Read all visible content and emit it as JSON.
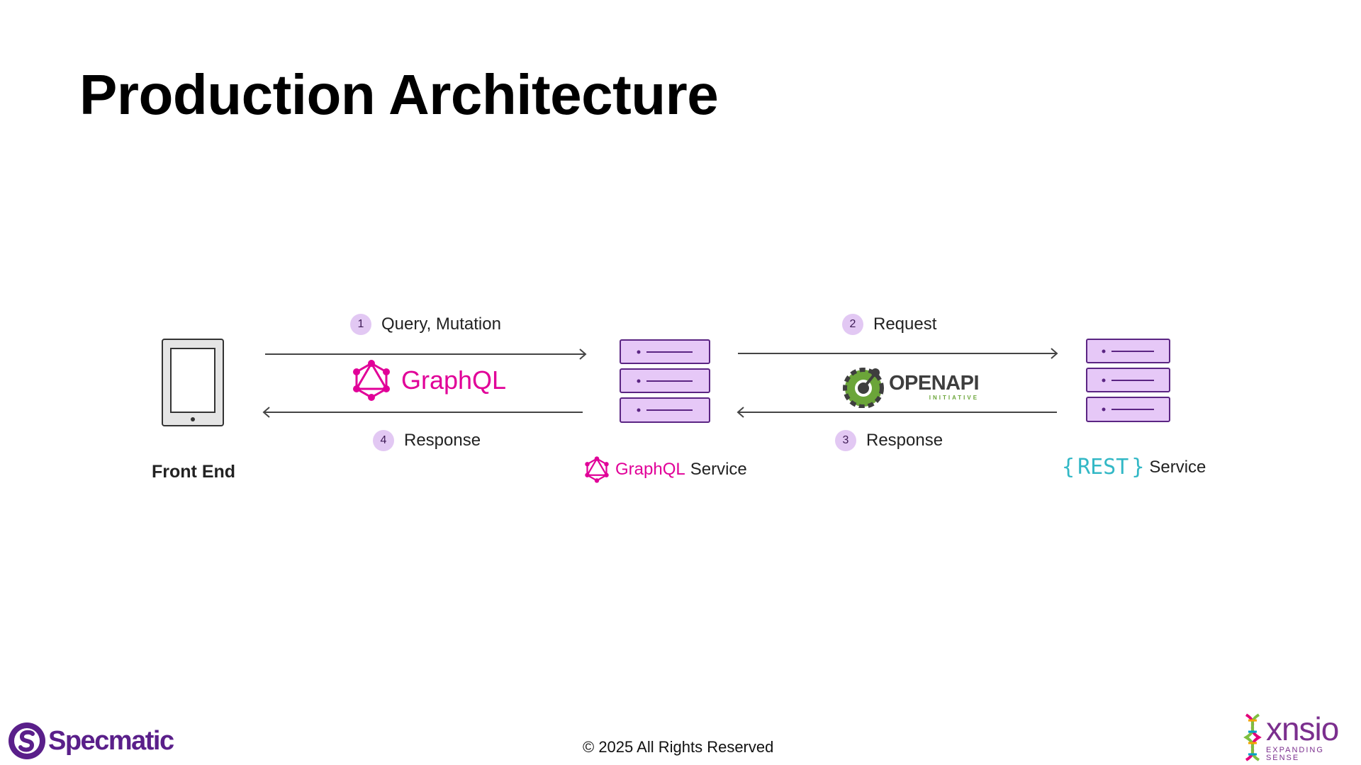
{
  "slide": {
    "title": "Production Architecture",
    "footer": "© 2025 All Rights Reserved"
  },
  "nodes": {
    "front_end": "Front End",
    "graphql_service": {
      "brand": "GraphQL",
      "suffix": "Service"
    },
    "rest_service": {
      "brand_open": "{",
      "brand": "REST",
      "brand_close": "}",
      "suffix": "Service"
    }
  },
  "steps": [
    {
      "number": "1",
      "label": "Query, Mutation"
    },
    {
      "number": "2",
      "label": "Request"
    },
    {
      "number": "3",
      "label": "Response"
    },
    {
      "number": "4",
      "label": "Response"
    }
  ],
  "protocols": {
    "graphql": "GraphQL",
    "openapi": {
      "main": "OPENAPI",
      "sub": "INITIATIVE"
    }
  },
  "logos": {
    "specmatic": "Specmatic",
    "xnsio": {
      "main": "xnsio",
      "sub": "EXPANDING SENSE"
    }
  },
  "colors": {
    "graphql": "#e10098",
    "server_fill": "#e6c8f7",
    "server_stroke": "#5b2583",
    "step_badge": "#e2c8f3",
    "rest": "#33b8c6",
    "openapi_green": "#6ba539",
    "specmatic": "#5a1f8a",
    "xnsio": "#7b2f8e"
  },
  "icons": [
    "tablet-icon",
    "graphql-icon",
    "server-icon",
    "openapi-icon",
    "arrow-right-icon",
    "arrow-left-icon"
  ]
}
